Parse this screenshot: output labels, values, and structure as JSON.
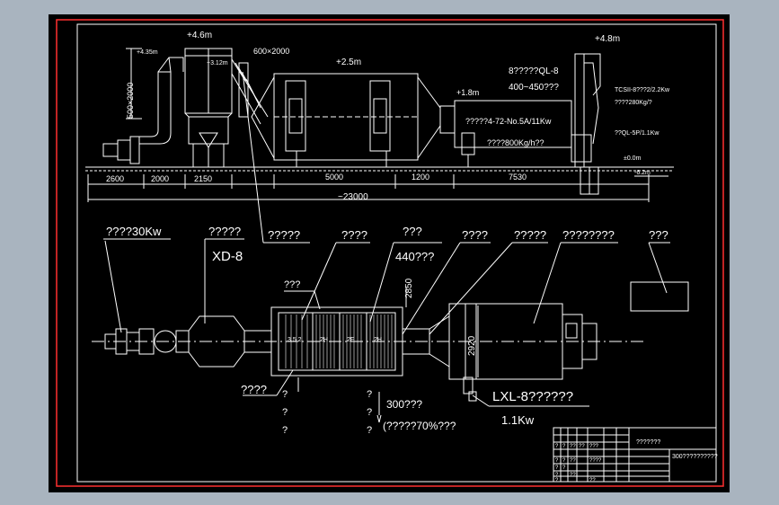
{
  "colors": {
    "workspace": "#a9b4bf",
    "sheet": "#000000",
    "border_red": "#ff3030",
    "line": "#ffffff"
  },
  "elevation": {
    "elev_4_6": "+4.6m",
    "elev_4_35": "+4.35m",
    "elev_3_12": "+3.12m",
    "duct_600": "600×2000",
    "duct_500": "500×2000",
    "elev_2_5": "+2.5m",
    "elev_1_8": "+1.8m",
    "elev_4_8": "+4.8m",
    "elev_0_0": "±0.0m",
    "elev_neg_6_2": "-6.2m",
    "machine_name": "8?????QL-8",
    "machine_capacity": "400~450???",
    "fan_label": "?????4-72-No.5A/11Kw",
    "fan_capacity": "????800Kg/h??",
    "conveyor_label": "TCSII-8???2/2.2Kw",
    "conveyor_capacity": "????280Kg/?",
    "drive_label": "??QL-5P/1.1Kw",
    "dims": [
      "2600",
      "2000",
      "2150",
      "5000",
      "1200",
      "7530"
    ],
    "total": "~23000"
  },
  "plan": {
    "labels": {
      "motor": "????30Kw",
      "xd_code": "?????",
      "xd_model": "XD-8",
      "duct": "?????",
      "chamber": "????",
      "ratio": "???",
      "ratio_val": "440???",
      "separator": "????",
      "hopper": "?????",
      "silo": "????????",
      "tank": "???",
      "frame": "???",
      "base": "????",
      "lxl": "LXL-8??????",
      "lxl_power": "1.1Kw",
      "flow": "300???",
      "flow_note": "(?????70%???",
      "q1": "?",
      "q2": "?",
      "q3": "?",
      "q4": "?",
      "q5": "?",
      "q6": "?"
    },
    "dims": {
      "d2850": "2850",
      "d2920": "2920"
    },
    "zones": [
      "3.5 2",
      "2H",
      "2F",
      "2H"
    ]
  },
  "title_block": {
    "center": "???????",
    "right": "300??????????",
    "cells": [
      "?",
      "?",
      "??",
      "??",
      "???",
      "?",
      "?",
      "??",
      "????",
      "?",
      "?",
      "?",
      "??",
      "?",
      "??"
    ]
  }
}
